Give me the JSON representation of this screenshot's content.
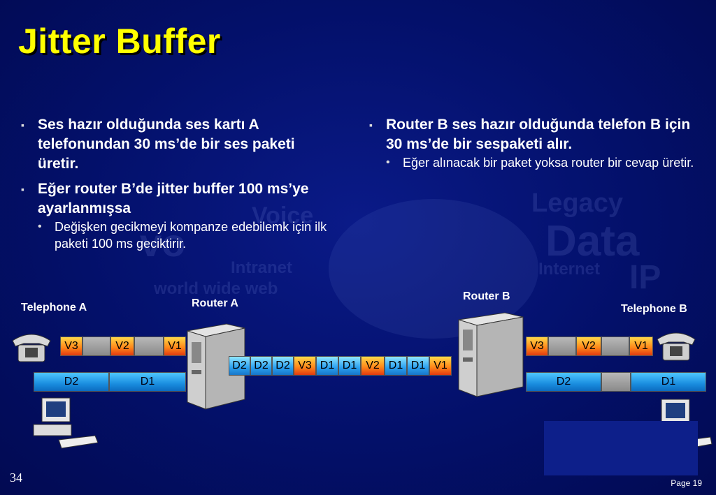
{
  "title": "Jitter Buffer",
  "left_col": {
    "bullet1": "Ses hazır olduğunda ses kartı A telefonundan 30 ms’de bir ses paketi üretir.",
    "bullet2": "Eğer router B’de jitter buffer 100 ms’ye ayarlanmışsa",
    "sub1": "Değişken gecikmeyi kompanze edebilemk için ilk paketi 100 ms geciktirir."
  },
  "right_col": {
    "bullet1": "Router B ses hazır olduğunda telefon B için 30 ms’de bir sespaketi alır.",
    "sub1": "Eğer alınacak bir paket yoksa router bir cevap üretir."
  },
  "diagram": {
    "telephone_a": "Telephone A",
    "router_a": "Router A",
    "router_b": "Router B",
    "telephone_b": "Telephone B",
    "left_voice": [
      "V3",
      "V2",
      "V1"
    ],
    "left_data": [
      "D2",
      "D1"
    ],
    "middle": [
      "D2",
      "D2",
      "D2",
      "V3",
      "D1",
      "D1",
      "V2",
      "D1",
      "D1",
      "V1"
    ],
    "right_voice": [
      "V3",
      "V2",
      "V1"
    ],
    "right_data": [
      "D2",
      "D1"
    ]
  },
  "watermark": {
    "voice": "Voice",
    "legacy": "Legacy",
    "data": "Data",
    "intranet": "Intranet",
    "internet": "Internet",
    "www": "world wide web",
    "ip": "IP",
    "vo": "vo"
  },
  "slide_number": "34",
  "page_label": "Page 19",
  "colors": {
    "title": "#ffff00",
    "background": "#03106a",
    "voice_packet": "#ff8a1a",
    "data_packet": "#2aa0f0"
  }
}
